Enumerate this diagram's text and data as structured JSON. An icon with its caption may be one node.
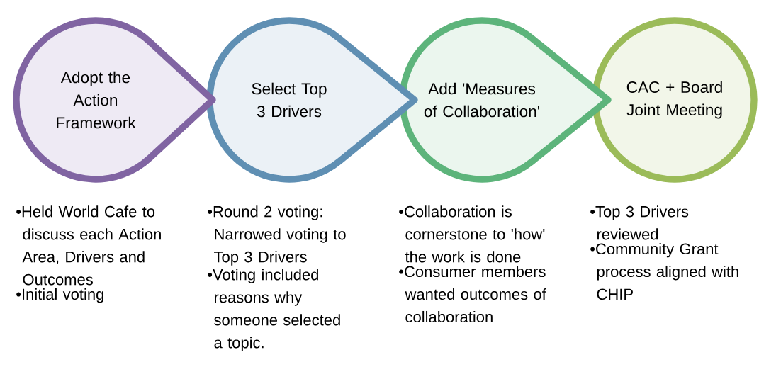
{
  "diagram": {
    "nodes": [
      {
        "text": [
          "Adopt the Action Framework"
        ]
      },
      {
        "text": [
          "Select Top 3 Drivers"
        ]
      },
      {
        "text": [
          "Add 'Measures of Collaboration'"
        ]
      },
      {
        "text": [
          "CAC + Board Joint Meeting"
        ]
      }
    ],
    "labels": [
      "•Held World Cafe to discuss each Action Area, Drivers and Outcomes",
      "•Initial voting",
      "•Round 2 voting: Narrowed voting to Top 3 Drivers",
      "•Voting included reasons why someone selected a topic.",
      "•Collaboration is cornerstone to 'how' the work is done",
      "•Consumer members wanted outcomes of collaboration",
      "•Top 3 Drivers reviewed",
      "•Community Grant process aligned with CHIP"
    ]
  }
}
